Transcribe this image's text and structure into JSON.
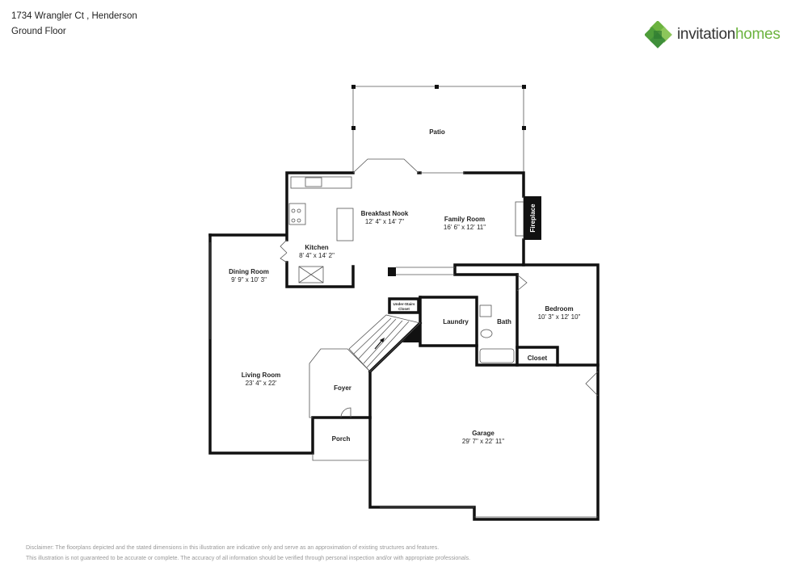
{
  "header": {
    "address": "1734 Wrangler Ct , Henderson",
    "floor": "Ground Floor"
  },
  "logo": {
    "text_a": "invitation",
    "text_b": "homes",
    "colors": [
      "#3f8f3a",
      "#6cb33f",
      "#9bd16b"
    ]
  },
  "rooms": {
    "patio": {
      "name": "Patio"
    },
    "breakfast_nook": {
      "name": "Breakfast Nook",
      "dims": "12' 4\" x 14' 7\""
    },
    "family_room": {
      "name": "Family Room",
      "dims": "16' 6\" x 12' 11\""
    },
    "kitchen": {
      "name": "Kitchen",
      "dims": "8' 4\" x 14' 2\""
    },
    "dining_room": {
      "name": "Dining Room",
      "dims": "9' 9\" x 10' 3\""
    },
    "living_room": {
      "name": "Living Room",
      "dims": "23' 4\" x 22'"
    },
    "foyer": {
      "name": "Foyer"
    },
    "porch": {
      "name": "Porch"
    },
    "garage": {
      "name": "Garage",
      "dims": "29' 7\" x 22' 11\""
    },
    "bedroom": {
      "name": "Bedroom",
      "dims": "10' 3\" x 12' 10\""
    },
    "bath": {
      "name": "Bath"
    },
    "laundry": {
      "name": "Laundry"
    },
    "closet": {
      "name": "Closet"
    },
    "under_stairs": {
      "line1": "Under-Stairs",
      "line2": "Closet"
    },
    "fireplace": {
      "name": "Fireplace"
    }
  },
  "disclaimer": {
    "line1": "Disclaimer: The floorplans depicted and the stated dimensions in this illustration are indicative only and serve as an approximation of existing structures and features.",
    "line2": "This illustration is not guaranteed to be accurate or complete. The accuracy of all information should be verified through personal inspection and/or with appropriate professionals."
  }
}
